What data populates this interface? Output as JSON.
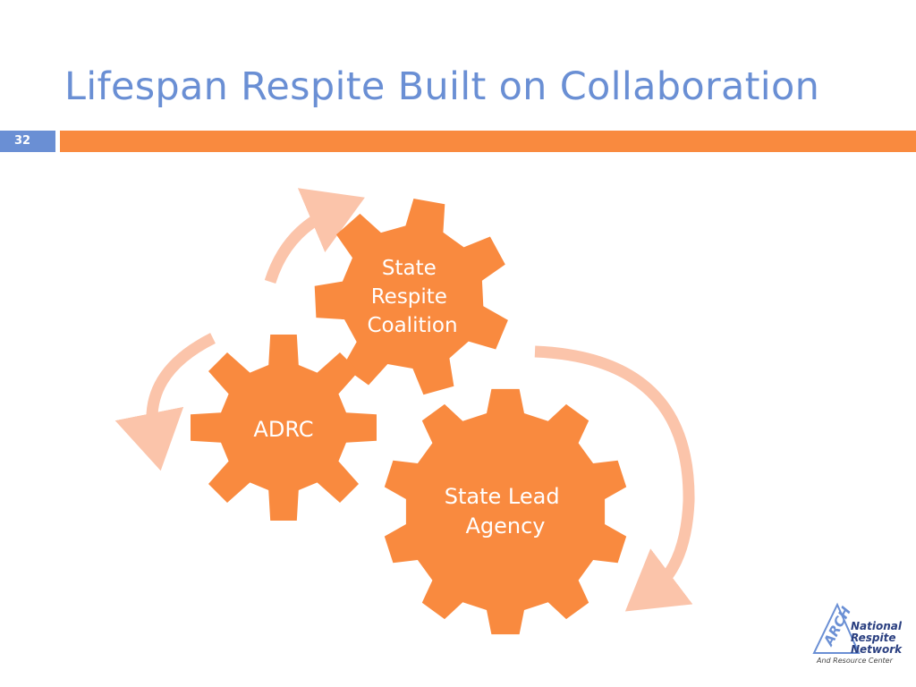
{
  "slide": {
    "title": "Lifespan Respite Built on Collaboration",
    "number": "32"
  },
  "diagram": {
    "gears": [
      {
        "id": "coalition",
        "lines": [
          "State",
          "Respite",
          "Coalition"
        ]
      },
      {
        "id": "adrc",
        "lines": [
          "ADRC"
        ]
      },
      {
        "id": "lead",
        "lines": [
          "State Lead",
          "Agency"
        ]
      }
    ],
    "colors": {
      "gear": "#f98a3f",
      "arrow": "#fbc4aa",
      "accent": "#6a8fd4"
    }
  },
  "logo": {
    "mark": "ARCH",
    "name_lines": [
      "National",
      "Respite",
      "Network"
    ],
    "tagline": "And Resource Center"
  }
}
